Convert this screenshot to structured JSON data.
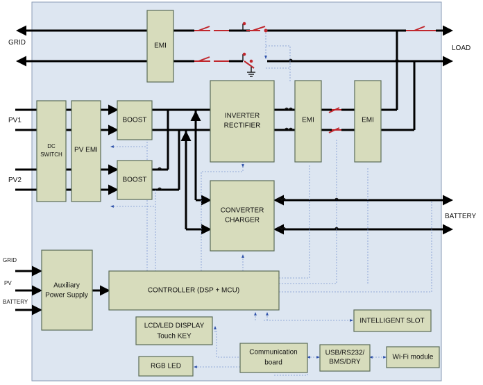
{
  "blocks": {
    "emi_grid": "EMI",
    "dc_switch_1": "DC",
    "dc_switch_2": "SWITCH",
    "pv_emi": "PV EMI",
    "boost_1": "BOOST",
    "boost_2": "BOOST",
    "inverter_1": "INVERTER",
    "inverter_2": "RECTIFIER",
    "emi_mid": "EMI",
    "emi_right": "EMI",
    "converter_1": "CONVERTER",
    "converter_2": "CHARGER",
    "aux_1": "Auxiliary",
    "aux_2": "Power Supply",
    "controller": "CONTROLLER (DSP + MCU)",
    "display_1": "LCD/LED DISPLAY",
    "display_2": "Touch KEY",
    "intelligent_slot": "INTELLIGENT SLOT",
    "comm_1": "Communication",
    "comm_2": "board",
    "usb_1": "USB/RS232/",
    "usb_2": "BMS/DRY",
    "wifi": "Wi-Fi module",
    "rgb_led": "RGB LED"
  },
  "labels": {
    "grid": "GRID",
    "load": "LOAD",
    "pv1": "PV1",
    "pv2": "PV2",
    "battery": "BATTERY",
    "aux_grid": "GRID",
    "aux_pv": "PV",
    "aux_battery": "BATTERY"
  },
  "colors": {
    "block_fill": "#d7dcbc",
    "panel_fill": "#dde6f1",
    "switch_red": "#c0272d",
    "signal_blue": "#7b97d0"
  }
}
